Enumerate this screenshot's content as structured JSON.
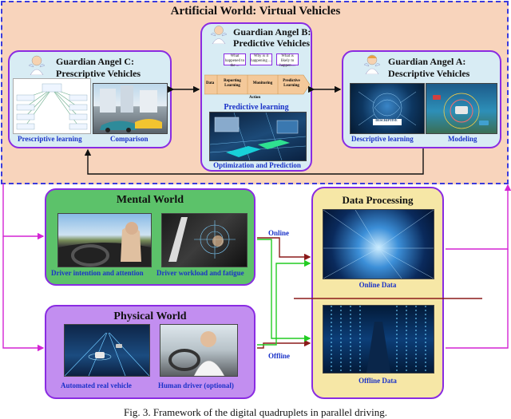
{
  "artificial_world": {
    "title": "Artificial World: Virtual Vehicles",
    "guardian_c": {
      "title_line1": "Guardian Angel C:",
      "title_line2": "Prescriptive Vehicles",
      "label_left": "Prescriptive learning",
      "label_right": "Comparison"
    },
    "guardian_b": {
      "title_line1": "Guardian Angel B:",
      "title_line2": "Predictive Vehicles",
      "flow": [
        "Data",
        "Reporting Learning",
        "Monitoring",
        "Predictive Learning"
      ],
      "questions": [
        "What happened to the ...",
        "Why is it happening ...",
        "What is likely to happen ..."
      ],
      "action": "Action",
      "label_mid": "Predictive learning",
      "label_bottom": "Optimization and Prediction"
    },
    "guardian_a": {
      "title_line1": "Guardian Angel A:",
      "title_line2": "Descriptive Vehicles",
      "label_left": "Descriptive learning",
      "label_right": "Modeling",
      "brain_text": "DESCRIPTIVE"
    }
  },
  "mental_world": {
    "title": "Mental World",
    "label_left": "Driver intention and attention",
    "label_right": "Driver workload and fatigue"
  },
  "physical_world": {
    "title": "Physical World",
    "label_left": "Automated real vehicle",
    "label_right": "Human driver (optional)"
  },
  "data_processing": {
    "title": "Data Processing",
    "online_label": "Online Data",
    "offline_label": "Offline Data"
  },
  "arrows": {
    "online": "Online",
    "offline": "Offline"
  },
  "caption": "Fig. 3. Framework of the digital quadruplets in parallel driving.",
  "colors": {
    "artificial_bg": "#f8d4bc",
    "dashed_border": "#3b3bdc",
    "purple": "#8a2be2",
    "blue_label": "#1a32c8",
    "mental_green": "#5cc26a",
    "physical_purple": "#c28ef0",
    "data_cream": "#f6e7a6",
    "magenta": "#d424d4",
    "green_arrow": "#22cc22",
    "dark_red": "#8b1a1a"
  }
}
